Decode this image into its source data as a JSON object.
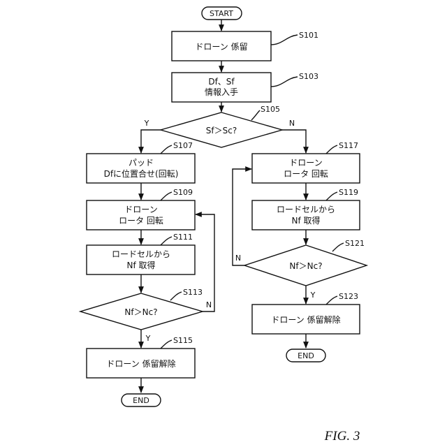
{
  "terminals": {
    "start": "START",
    "end_left": "END",
    "end_right": "END"
  },
  "steps": {
    "s101": {
      "ref": "S101",
      "lines": [
        "ドローン 係留"
      ]
    },
    "s103": {
      "ref": "S103",
      "lines": [
        "Df、Sf",
        "情報入手"
      ]
    },
    "s105": {
      "ref": "S105",
      "lines": [
        "Sf＞Sc?"
      ],
      "yes": "Y",
      "no": "N"
    },
    "s107": {
      "ref": "S107",
      "lines": [
        "パッド",
        "Dfに位置合せ(回転)"
      ]
    },
    "s109": {
      "ref": "S109",
      "lines": [
        "ドローン",
        "ロータ 回転"
      ]
    },
    "s111": {
      "ref": "S111",
      "lines": [
        "ロードセルから",
        "Nf 取得"
      ]
    },
    "s113": {
      "ref": "S113",
      "lines": [
        "Nf＞Nc?"
      ],
      "yes": "Y",
      "no": "N"
    },
    "s115": {
      "ref": "S115",
      "lines": [
        "ドローン 係留解除"
      ]
    },
    "s117": {
      "ref": "S117",
      "lines": [
        "ドローン",
        "ロータ 回転"
      ]
    },
    "s119": {
      "ref": "S119",
      "lines": [
        "ロードセルから",
        "Nf 取得"
      ]
    },
    "s121": {
      "ref": "S121",
      "lines": [
        "Nf＞Nc?"
      ],
      "yes": "Y",
      "no": "N"
    },
    "s123": {
      "ref": "S123",
      "lines": [
        "ドローン 係留解除"
      ]
    }
  },
  "figure_label": "FIG. 3"
}
